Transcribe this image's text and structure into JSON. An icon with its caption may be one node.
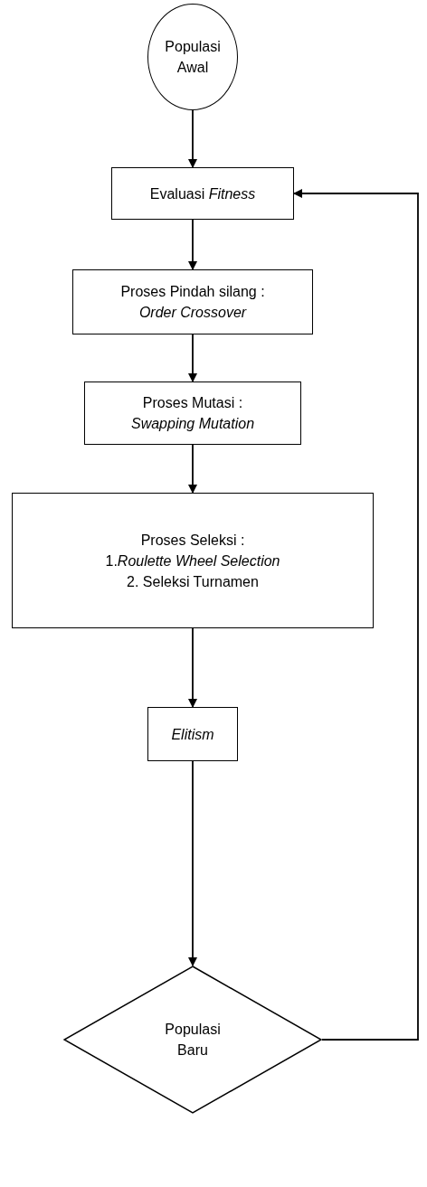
{
  "diagram": {
    "nodes": [
      {
        "text": [
          "Populasi Awal"
        ]
      },
      {
        "text": [
          "Evaluasi *Fitness*"
        ]
      },
      {
        "text": [
          "Proses Pindah silang :",
          "*Order Crossover*"
        ]
      },
      {
        "text": [
          "Proses Mutasi :",
          "*Swapping Mutation*"
        ]
      },
      {
        "text": [
          "Proses Seleksi :",
          "1.*Roulette Wheel Selection*",
          "2. Seleksi Turnamen"
        ]
      },
      {
        "text": [
          "Elitism"
        ]
      },
      {
        "text": [
          "Populasi Baru"
        ]
      }
    ],
    "edges": [
      {
        "from": 0,
        "to": 1,
        "arrow": "to"
      },
      {
        "from": 1,
        "to": 2,
        "arrow": "to"
      },
      {
        "from": 2,
        "to": 3,
        "arrow": "to"
      },
      {
        "from": 3,
        "to": 4,
        "arrow": "to"
      },
      {
        "from": 4,
        "to": 5,
        "arrow": "to"
      },
      {
        "from": 5,
        "to": 6,
        "arrow": "to"
      },
      {
        "from": 6,
        "to": 1,
        "arrow": "to"
      }
    ]
  }
}
